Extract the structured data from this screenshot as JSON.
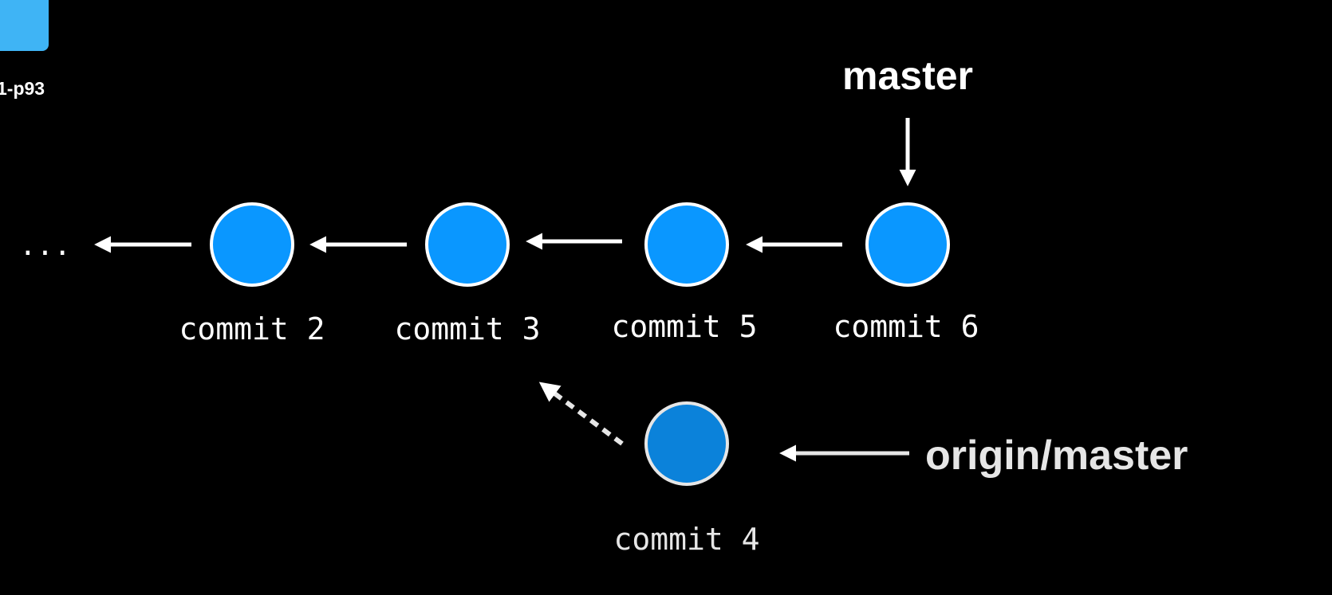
{
  "colors": {
    "background": "#000000",
    "node_fill": "#0A97FF",
    "node_fill_dim": "#0B82DA",
    "node_stroke": "#FFFFFF",
    "arrow": "#FFFFFF",
    "arrow_dim": "#E6E6E6",
    "label": "#FFFFFF",
    "label_dim": "#E6E6E6",
    "corner_tile": "#3FB4F5"
  },
  "corner": {
    "label": "1-p93",
    "icon": "folder-icon"
  },
  "ellipsis": "...",
  "nodes": [
    {
      "id": "commit-2",
      "label": "commit 2"
    },
    {
      "id": "commit-3",
      "label": "commit 3"
    },
    {
      "id": "commit-5",
      "label": "commit 5"
    },
    {
      "id": "commit-6",
      "label": "commit 6"
    },
    {
      "id": "commit-4",
      "label": "commit 4"
    }
  ],
  "branches": {
    "master": "master",
    "origin_master": "origin/master"
  }
}
